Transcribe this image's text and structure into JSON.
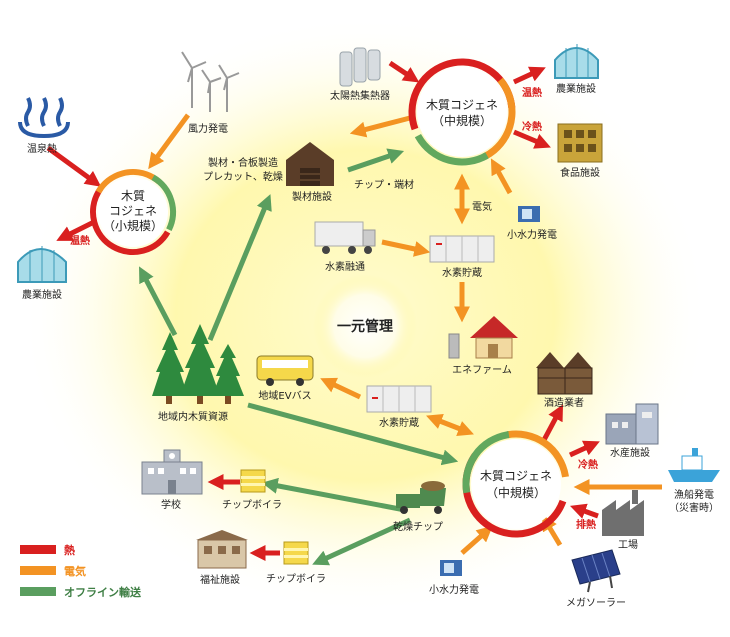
{
  "colors": {
    "heat": "#d9201f",
    "electric": "#f39323",
    "transport": "#5a9e5f",
    "hub_ring_red": "#d9201f",
    "hub_ring_green": "#62a85e",
    "hub_ring_orange": "#f39323",
    "glow": "#fff6a8"
  },
  "center": {
    "label": "一元管理"
  },
  "hubs": {
    "top": {
      "line1": "木質コジェネ",
      "line2": "（中規模）"
    },
    "left": {
      "line1": "木質",
      "line2": "コジェネ",
      "line3": "（小規模）"
    },
    "bottom": {
      "line1": "木質コジェネ",
      "line2": "（中規模）"
    }
  },
  "labels": {
    "hot_spring": "温泉熱",
    "wind": "風力発電",
    "farm_left": "農業施設",
    "heat_left": "温熱",
    "forest": "地域内木質資源",
    "processing_1": "製材・合板製造",
    "processing_2": "プレカット、乾燥",
    "lumber_facility": "製材施設",
    "chips_scrap": "チップ・端材",
    "solar_thermal": "太陽熱集熱器",
    "heat_top": "温熱",
    "farm_top": "農業施設",
    "cold_top": "冷熱",
    "food_facility": "食品施設",
    "electricity": "電気",
    "small_hydro_top": "小水力発電",
    "h2_transport": "水素融通",
    "h2_storage_top": "水素貯蔵",
    "enefarm": "エネファーム",
    "ev_bus": "地域EVバス",
    "h2_storage_mid": "水素貯蔵",
    "brewery": "酒造業者",
    "fishery_facility": "水産施設",
    "cold_bottom": "冷熱",
    "fishing_power_1": "漁船発電",
    "fishing_power_2": "（災害時）",
    "exhaust_heat": "排熱",
    "factory": "工場",
    "dry_chips": "乾燥チップ",
    "school": "学校",
    "chip_boiler_1": "チップボイラ",
    "welfare": "福祉施設",
    "chip_boiler_2": "チップボイラ",
    "small_hydro_bottom": "小水力発電",
    "mega_solar": "メガソーラー"
  },
  "legend": [
    {
      "label": "熱",
      "color": "#d9201f"
    },
    {
      "label": "電気",
      "color": "#f39323"
    },
    {
      "label": "オフライン輸送",
      "color": "#5a9e5f"
    }
  ],
  "icons": [
    "hot-spring-icon",
    "wind-turbine-icon",
    "greenhouse-icon",
    "forest-icon",
    "lumber-mill-icon",
    "solar-collector-icon",
    "food-factory-icon",
    "hydro-icon",
    "hydrogen-truck-icon",
    "hydrogen-tank-icon",
    "house-icon",
    "bus-icon",
    "brewery-icon",
    "fishery-building-icon",
    "ship-icon",
    "factory-icon",
    "solar-panel-icon",
    "dump-truck-icon",
    "school-icon",
    "boiler-icon",
    "welfare-building-icon"
  ]
}
